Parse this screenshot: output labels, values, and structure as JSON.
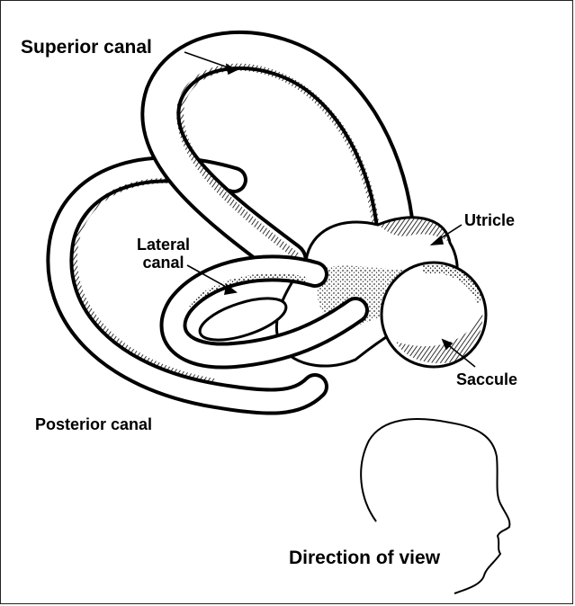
{
  "labels": {
    "superior_canal": "Superior canal",
    "lateral_canal_line1": "Lateral",
    "lateral_canal_line2": "canal",
    "utricle": "Utricle",
    "saccule": "Saccule",
    "posterior_canal": "Posterior canal",
    "direction_of_view": "Direction of view"
  },
  "colors": {
    "ink": "#000000",
    "paper": "#ffffff"
  }
}
